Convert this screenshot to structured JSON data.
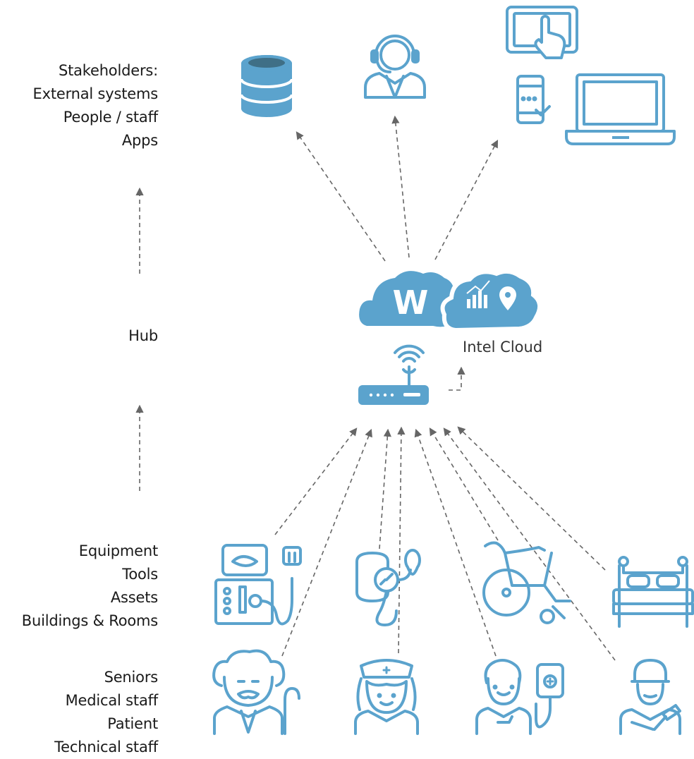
{
  "colors": {
    "accent": "#5ba3cd",
    "accent_dark": "#3f6f86",
    "arrow": "#666666",
    "text": "#1a1a1a"
  },
  "stakeholders": {
    "lines": [
      "Stakeholders:",
      "External systems",
      "People / staff",
      "Apps"
    ]
  },
  "hub": {
    "label": "Hub"
  },
  "equipment": {
    "lines": [
      "Equipment",
      "Tools",
      "Assets",
      "Buildings & Rooms"
    ]
  },
  "people": {
    "lines": [
      "Seniors",
      "Medical staff",
      "Patient",
      "Technical staff"
    ]
  },
  "cloud": {
    "label": "Intel Cloud",
    "logo_letter": "W"
  },
  "icons": {
    "top": [
      "database-icon",
      "headset-operator-icon",
      "tablet-touch-icon",
      "smartphone-check-icon",
      "laptop-icon"
    ],
    "middle": [
      "cloud-logo-icon",
      "cloud-analytics-icon",
      "wifi-router-icon"
    ],
    "equipment": [
      "ultrasound-machine-icon",
      "blood-pressure-monitor-icon",
      "wheelchair-icon",
      "bed-icon"
    ],
    "people": [
      "senior-man-icon",
      "nurse-icon",
      "patient-iv-icon",
      "technician-icon"
    ]
  }
}
